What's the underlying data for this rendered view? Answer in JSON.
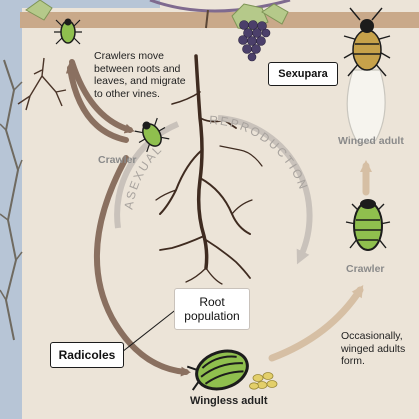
{
  "callouts": {
    "crawlers_move": [
      "Crawlers move",
      "between roots and",
      "leaves, and migrate",
      "to other vines."
    ],
    "occasionally": [
      "Occasionally,",
      "winged adults",
      "form."
    ]
  },
  "labels": {
    "crawler_left": "Crawler",
    "crawler_right": "Crawler",
    "winged_adult": "Winged adult",
    "wingless_adult": "Wingless adult",
    "asexual": "ASEXUAL",
    "reproduction": "REPRODUCTION"
  },
  "boxes": {
    "sexupara": "Sexupara",
    "root_population": [
      "Root",
      "population"
    ],
    "radicoles": "Radicoles"
  },
  "colors": {
    "panel": "#ece4d8",
    "ground": "#c9a98a",
    "arrow": "#8a7060",
    "arrow_light": "#d6bfa4",
    "cycle": "#c9c2bb",
    "label_gray": "#8a8a8a",
    "aphid_green": "#8fbf4e",
    "aphid_dark": "#1c1c1c",
    "winged_body": "#c7a24a",
    "sky": "#b7c5d6",
    "grape": "#4b3f6a"
  }
}
